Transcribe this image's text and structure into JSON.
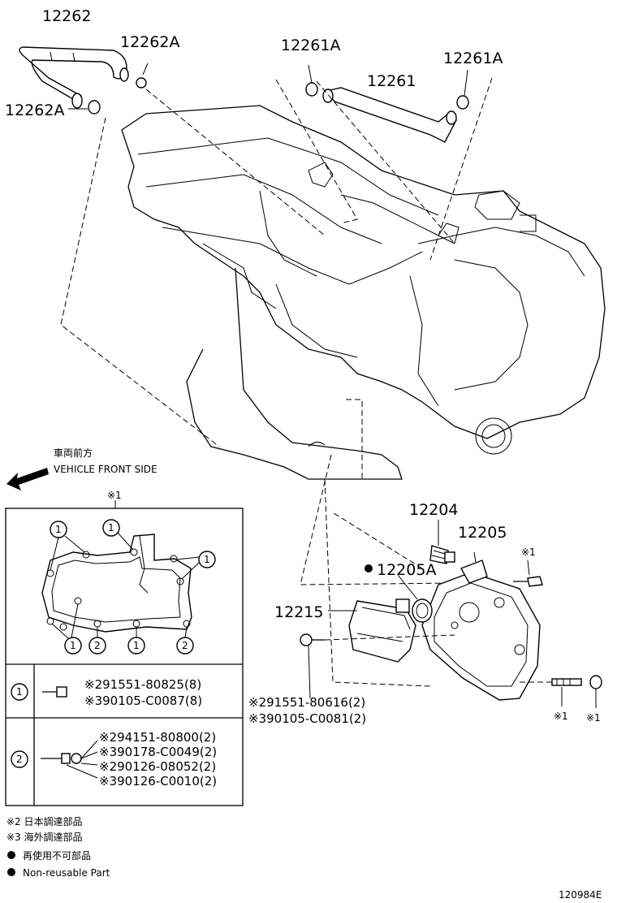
{
  "parts": {
    "hose_12262": "12262",
    "clamp_12262A_top": "12262A",
    "clamp_12262A_left": "12262A",
    "clamp_12261A_left": "12261A",
    "hose_12261": "12261",
    "clamp_12261A_right": "12261A",
    "valve_12204": "12204",
    "cover_12205": "12205",
    "gasket_12205A": "12205A",
    "separator_12215": "12215"
  },
  "direction": {
    "jp": "車両前方",
    "en": "VEHICLE FRONT SIDE"
  },
  "marks": {
    "inset_ref": "※1",
    "bolt_ref": "※1",
    "stud_ref": "※1",
    "nut_ref": "※1",
    "circle_1": "1",
    "circle_2": "2"
  },
  "fasteners": {
    "bolt_a_line1": "※291551-80616(2)",
    "bolt_a_line2": "※390105-C0081(2)",
    "row1_line1": "※291551-80825(8)",
    "row1_line2": "※390105-C0087(8)",
    "row2_line1": "※294151-80800(2)",
    "row2_line2": "※390178-C0049(2)",
    "row2_line3": "※290126-08052(2)",
    "row2_line4": "※390126-C0010(2)"
  },
  "legend": {
    "note2": "※2 日本調達部品",
    "note3": "※3 海外調達部品",
    "nonreuse_jp": "再使用不可部品",
    "nonreuse_en": "Non-reusable Part"
  },
  "figure_id": "120984E"
}
